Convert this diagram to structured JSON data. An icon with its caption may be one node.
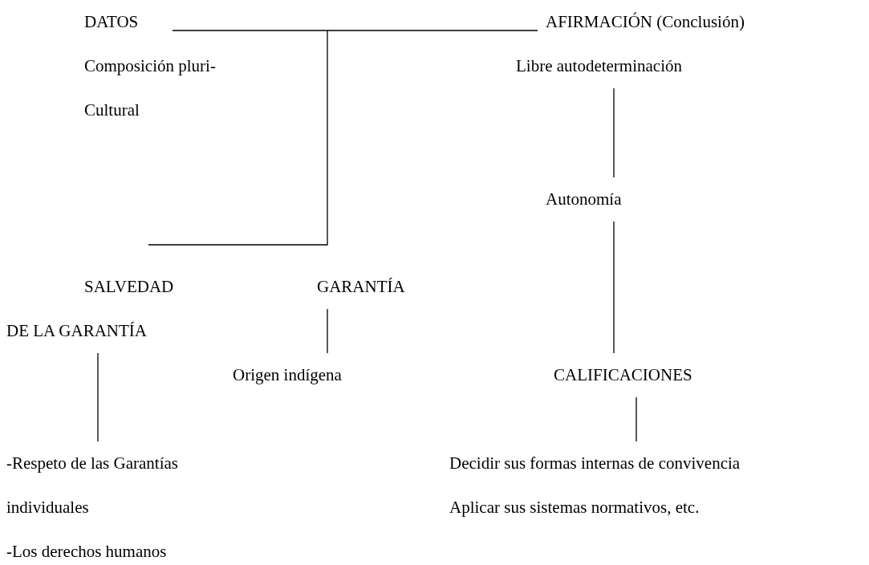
{
  "diagram": {
    "nodes": [
      {
        "text": [
          "DATOS"
        ]
      },
      {
        "text": [
          "AFIRMACIÓN (Conclusión)"
        ]
      },
      {
        "text": [
          "Libre autodeterminación"
        ]
      },
      {
        "text": [
          "Autonomía"
        ]
      },
      {
        "text": [
          "SALVEDAD DE LA GARANTÍA"
        ]
      },
      {
        "text": [
          "GARANTÍA"
        ]
      },
      {
        "text": [
          "Origen indígena"
        ]
      },
      {
        "text": [
          "CALIFICACIONES"
        ]
      },
      {
        "text": [
          "-Respeto de las Garantías individuales",
          "-Los derechos humanos"
        ]
      },
      {
        "text": [
          "Decidir sus formas internas de convivencia",
          "Aplicar sus sistemas normativos, etc."
        ]
      }
    ],
    "edges": [
      {
        "from": 0,
        "to": 1,
        "arrow": "none"
      },
      {
        "from": null,
        "to": 4,
        "arrow": "none"
      },
      {
        "from": 4,
        "to": 8,
        "arrow": "none"
      },
      {
        "from": 5,
        "to": 6,
        "arrow": "none"
      },
      {
        "from": 2,
        "to": 3,
        "arrow": "none"
      },
      {
        "from": 3,
        "to": 7,
        "arrow": "none"
      },
      {
        "from": 7,
        "to": 9,
        "arrow": "none"
      }
    ],
    "labels": [
      "Composición pluri- Cultural"
    ]
  }
}
